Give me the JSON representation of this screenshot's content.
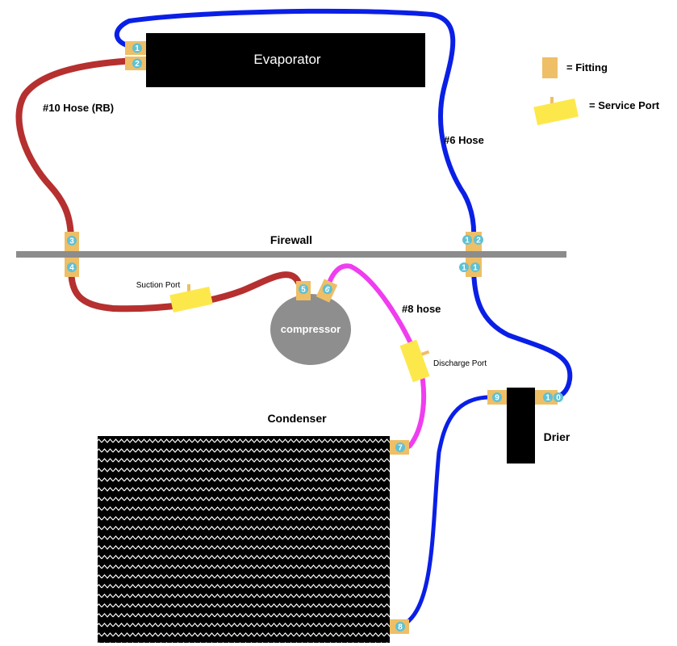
{
  "labels": {
    "evaporator": "Evaporator",
    "firewall": "Firewall",
    "compressor": "compressor",
    "condenser": "Condenser",
    "drier": "Drier",
    "hose10": "#10 Hose (RB)",
    "hose6": "#6 Hose",
    "hose8": "#8 hose",
    "suction_port": "Suction Port",
    "discharge_port": "Discharge Port"
  },
  "legend": {
    "fitting": "= Fitting",
    "service_port": "= Service Port"
  },
  "fittings": {
    "f1": "1",
    "f2": "2",
    "f3": "3",
    "f4": "4",
    "f5": "5",
    "f6": "6",
    "f7": "7",
    "f8": "8",
    "f9": "9",
    "f10a": "1",
    "f10b": "0",
    "f11a": "1",
    "f11b": "1",
    "f12a": "1",
    "f12b": "2"
  },
  "colors": {
    "hose10": "#b5302f",
    "hose6": "#0a1fe6",
    "hose8": "#ef3df0",
    "fitting": "#eebf66",
    "badge": "#5fc1d4",
    "service_port": "#fde84b",
    "firewall": "#8c8c8c",
    "compressor": "#8e8e8e"
  }
}
